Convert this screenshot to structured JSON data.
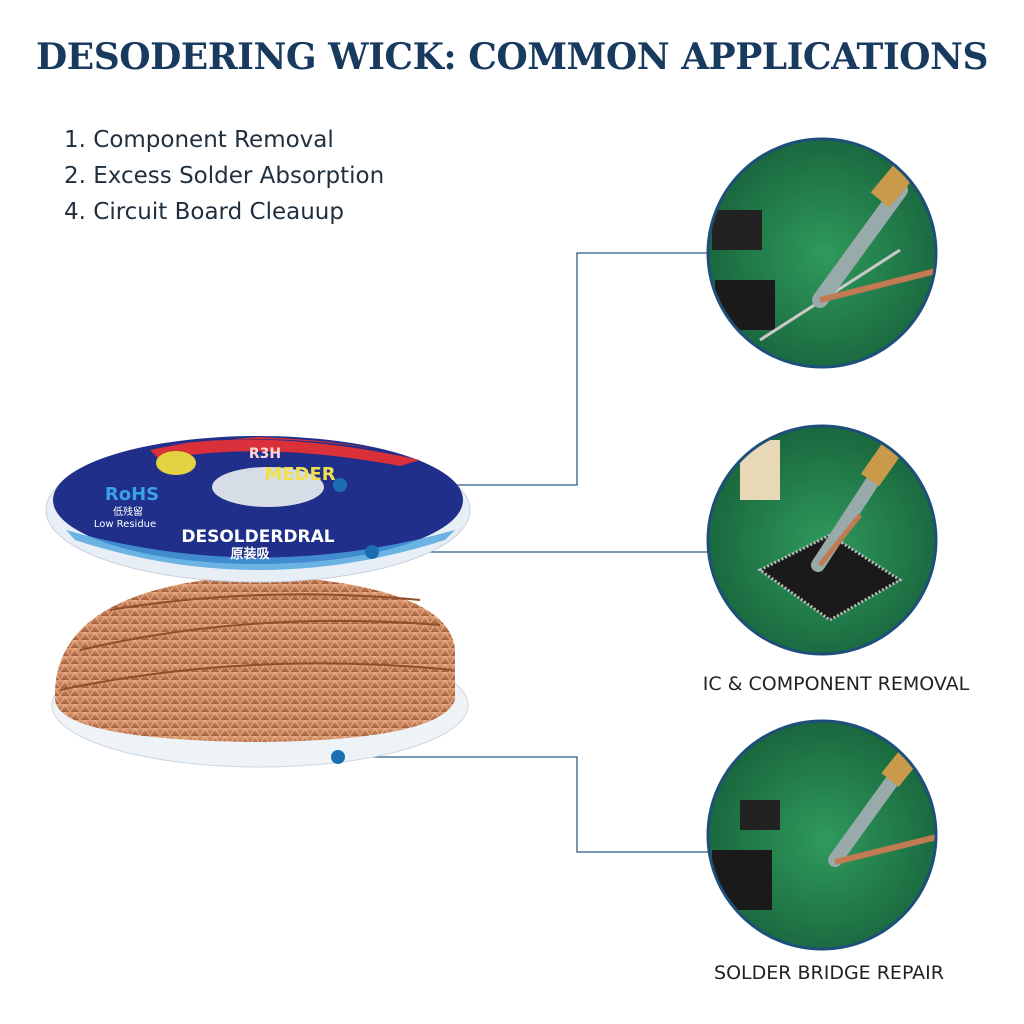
{
  "title": "DESODERING WICK: COMMON APPLICATIONS",
  "applications": [
    "1. Component Removal",
    "2. Excess Solder Absorption",
    "4. Circuit Board Cleauup"
  ],
  "spool_label": {
    "top_band": "R3H",
    "brand": "MEDER",
    "rohs": "RoHS",
    "residue_cn": "低残留",
    "residue": "Low Residue",
    "product": "DESOLDERDRAL",
    "product_cn": "原装吸"
  },
  "captions": {
    "middle": "IC & COMPONENT REMOVAL",
    "bottom": "SOLDER BRIDGE REPAIR"
  },
  "colors": {
    "title": "#173a5e",
    "connector": "#2a5a86",
    "dot": "#1b6fb0",
    "label_blue": "#1f2f8a",
    "label_red": "#d9303a",
    "copper": "#c9875f",
    "pcb": "#1f7a4a"
  }
}
